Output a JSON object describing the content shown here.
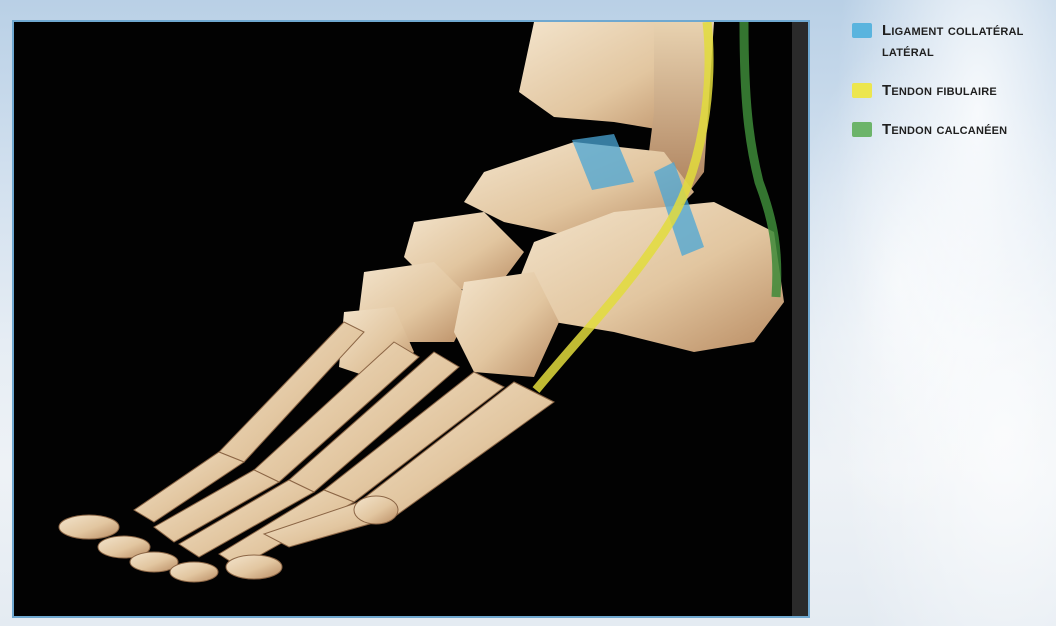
{
  "legend": {
    "items": [
      {
        "label": "Ligament collatéral latéral",
        "color": "#5ab4de",
        "icon": "square-swatch"
      },
      {
        "label": "Tendon fibulaire",
        "color": "#ece64e",
        "icon": "square-swatch"
      },
      {
        "label": "Tendon calcanéen",
        "color": "#6cb46a",
        "icon": "square-swatch"
      }
    ]
  },
  "image": {
    "subject": "foot-bones-3d-render",
    "background": "#020202",
    "border_color": "#6fa8d0"
  }
}
